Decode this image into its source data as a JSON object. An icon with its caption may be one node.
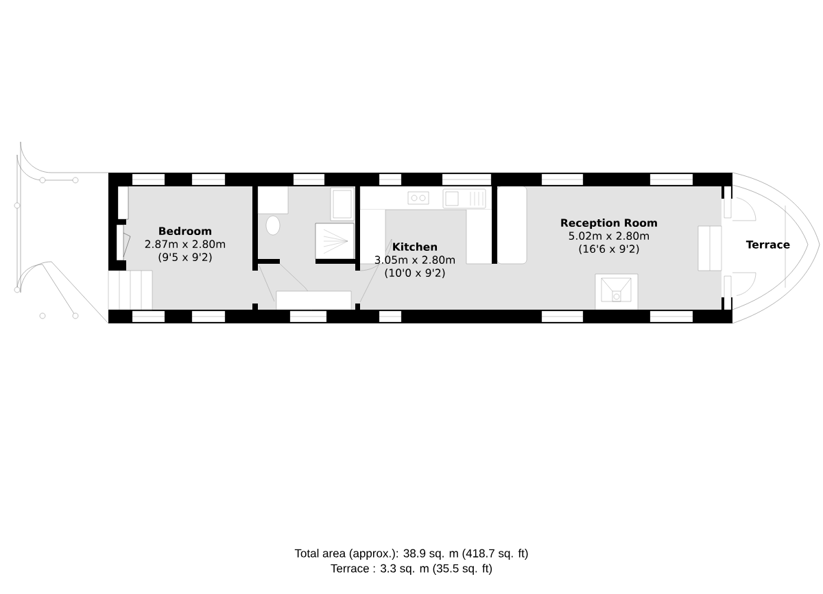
{
  "diagram": {
    "nodes": [
      {
        "text": [
          "Bedroom",
          "2.87m x 2.80m",
          "(9'5 x 9'2)"
        ]
      },
      {
        "text": [
          "Kitchen",
          "3.05m x 2.80m",
          "(10'0 x 9'2)"
        ]
      },
      {
        "text": [
          "Reception Room",
          "5.02m x 2.80m",
          "(16'6 x 9'2)"
        ]
      },
      {
        "text": [
          "Terrace"
        ]
      }
    ],
    "labels": [
      "Total area (approx.): 38.9 sq. m (418.7 sq. ft)",
      "Terrace : 3.3 sq. m (35.5 sq. ft)"
    ]
  }
}
